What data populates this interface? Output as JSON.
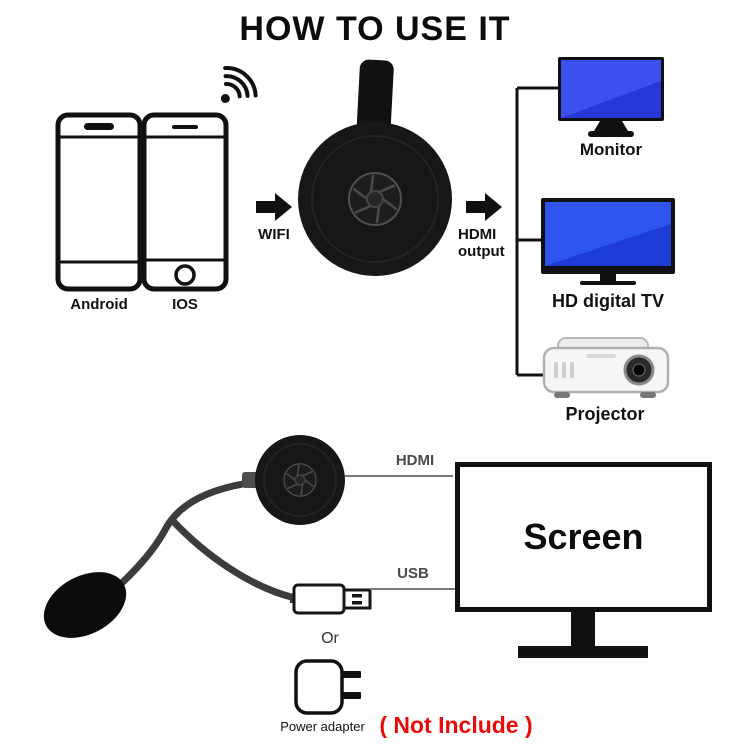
{
  "title": "HOW TO USE IT",
  "top": {
    "android_label": "Android",
    "ios_label": "IOS",
    "wifi_arrow_label": "WIFI",
    "hdmi_arrow_label_line1": "HDMI",
    "hdmi_arrow_label_line2": "output",
    "monitor_label": "Monitor",
    "tv_label": "HD digital TV",
    "projector_label": "Projector"
  },
  "bottom": {
    "hdmi_cable_label": "HDMI",
    "usb_cable_label": "USB",
    "screen_label": "Screen",
    "or_label": "Or",
    "power_adapter_label": "Power adapter",
    "not_include_label": "( Not Include )"
  },
  "colors": {
    "monitor_blue": "#3c50ee",
    "monitor_blue_dark": "#2638d8",
    "tv_blue": "#2f55ef",
    "tv_blue_dark": "#1d3cd6",
    "device_black": "#171717",
    "not_include_red": "#ea0a0a"
  }
}
